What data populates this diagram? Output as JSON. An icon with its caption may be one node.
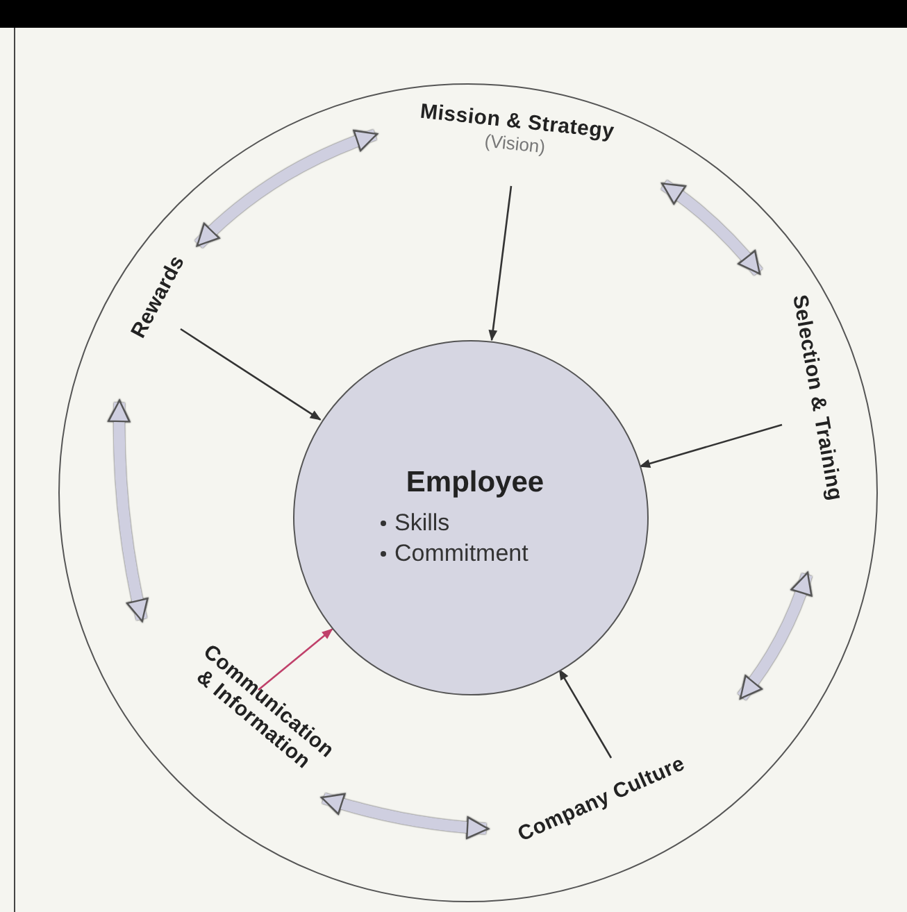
{
  "diagram": {
    "nodes": [
      {
        "text": [],
        "shape": "circle"
      },
      {
        "text": [
          "Employee",
          "Skills",
          "Commitment"
        ],
        "in": 0
      },
      {
        "text": [
          "Mission & Strategy",
          "(Vision)"
        ],
        "in": 0
      },
      {
        "text": [
          "Selection & Training"
        ],
        "in": 0
      },
      {
        "text": [
          "Company Culture"
        ],
        "in": 0
      },
      {
        "text": [
          "Communication & Information"
        ],
        "in": 0
      },
      {
        "text": [
          "Rewards"
        ],
        "in": 0
      }
    ],
    "edges": [
      {
        "from": 2,
        "to": 1,
        "arrow": "to",
        "color": "#333333"
      },
      {
        "from": 6,
        "to": 1,
        "arrow": "to",
        "color": "#333333"
      },
      {
        "from": 3,
        "to": 1,
        "arrow": "to",
        "color": "#333333"
      },
      {
        "from": 5,
        "to": 1,
        "arrow": "to",
        "color": "#c0406a"
      },
      {
        "from": 4,
        "to": 1,
        "arrow": "to",
        "color": "#333333"
      },
      {
        "from": 6,
        "to": 2,
        "arrow": "both",
        "style": "thick"
      },
      {
        "from": 2,
        "to": 3,
        "arrow": "both",
        "style": "thick"
      },
      {
        "from": 3,
        "to": 4,
        "arrow": "both",
        "style": "thick"
      },
      {
        "from": 4,
        "to": 5,
        "arrow": "both",
        "style": "thick"
      },
      {
        "from": 5,
        "to": 6,
        "arrow": "both",
        "style": "thick"
      }
    ]
  }
}
